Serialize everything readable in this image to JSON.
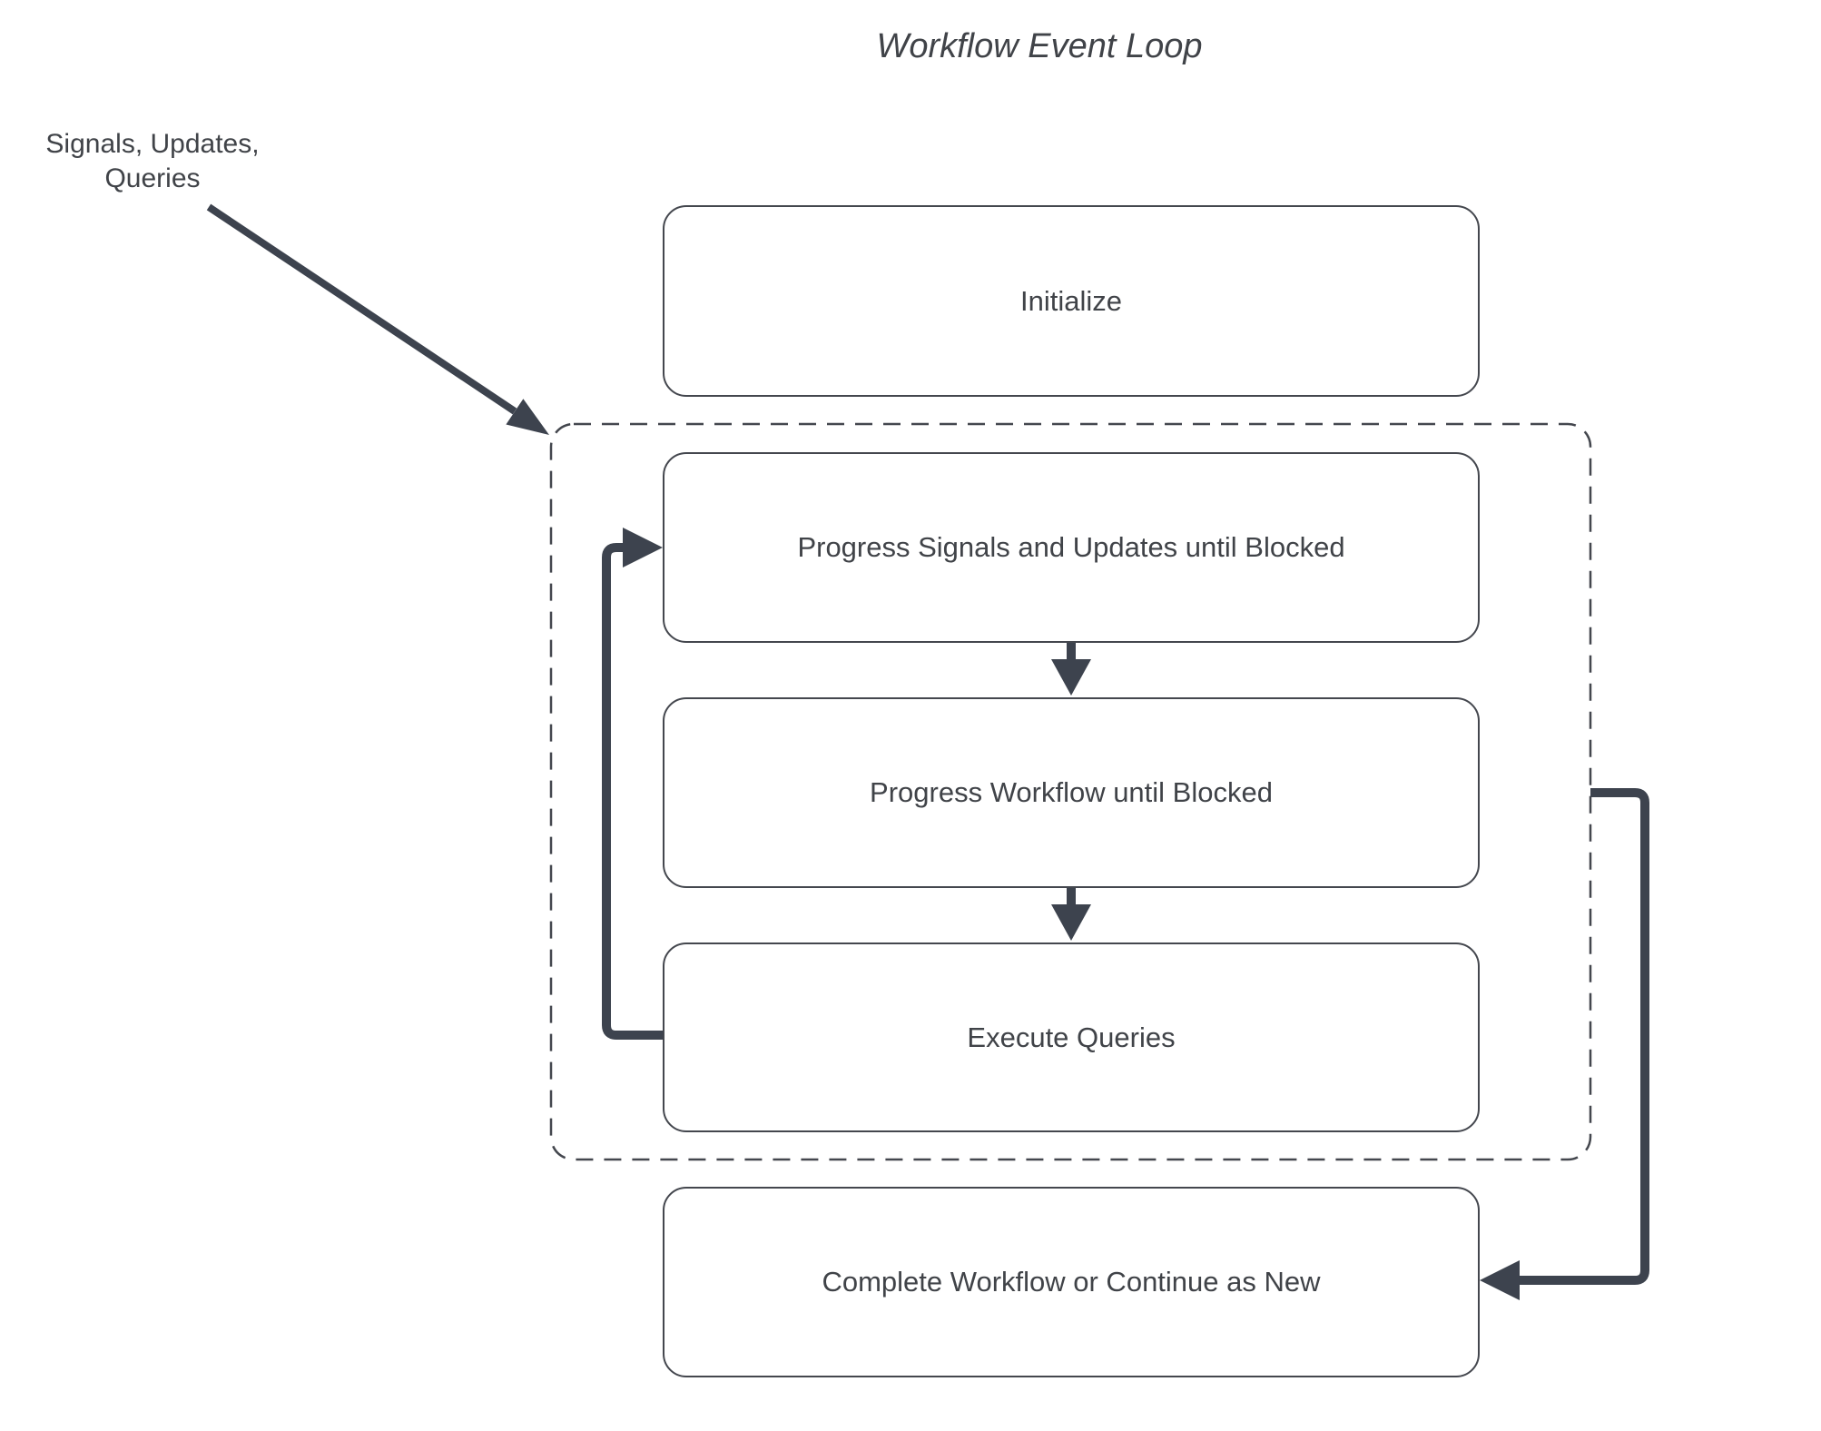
{
  "title": "Workflow Event Loop",
  "external_input": {
    "label": "Signals, Updates,\nQueries"
  },
  "nodes": {
    "initialize": {
      "label": "Initialize"
    },
    "progress_signals": {
      "label": "Progress Signals and Updates until Blocked"
    },
    "progress_workflow": {
      "label": "Progress Workflow until Blocked"
    },
    "execute_queries": {
      "label": "Execute Queries"
    },
    "complete_workflow": {
      "label": "Complete Workflow or Continue as New"
    }
  },
  "container": {
    "role": "event-loop-group",
    "border_style": "dashed",
    "encloses": [
      "progress_signals",
      "progress_workflow",
      "execute_queries"
    ]
  },
  "edges": [
    {
      "from": "external_input_label",
      "to": "event_loop_container",
      "style": "thin-diagonal",
      "arrowhead": "end"
    },
    {
      "from": "progress_signals",
      "to": "progress_workflow",
      "style": "short-down",
      "arrowhead": "end"
    },
    {
      "from": "progress_workflow",
      "to": "execute_queries",
      "style": "short-down",
      "arrowhead": "end"
    },
    {
      "from": "execute_queries",
      "to": "progress_signals",
      "style": "elbow-left-up-loop",
      "arrowhead": "end"
    },
    {
      "from": "event_loop_container",
      "to": "complete_workflow",
      "style": "elbow-right-down",
      "arrowhead": "end"
    }
  ],
  "theme": {
    "background": "#ffffff",
    "line_color": "#3d434e",
    "box_border_color": "#44474e",
    "text_color": "#404348"
  }
}
